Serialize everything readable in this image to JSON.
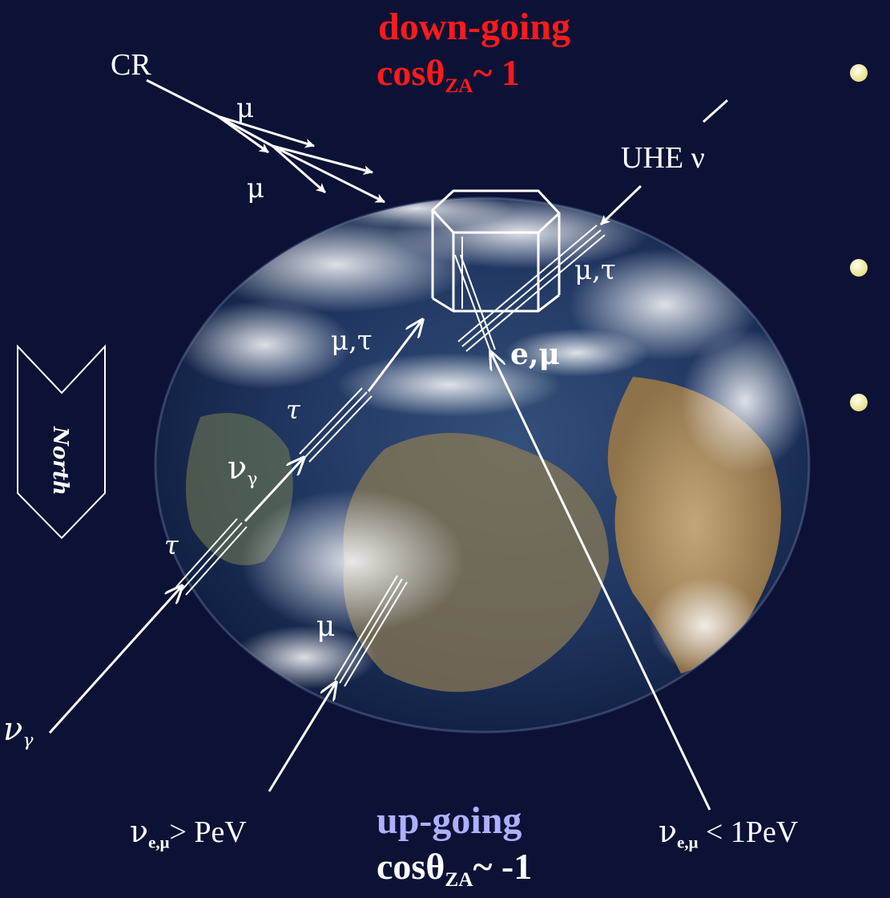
{
  "down_going": {
    "title": "down-going",
    "cos_label": "cosθ",
    "cos_sub": "ZA",
    "cos_value": "~ 1",
    "color": "#ff1a1a"
  },
  "up_going": {
    "title": "up-going",
    "cos_label": "cosθ",
    "cos_sub": "ZA",
    "cos_value": "~ -1",
    "color": "#aeb0ff"
  },
  "labels": {
    "cr": "CR",
    "mu": "μ",
    "mu_tau": "μ,τ",
    "e_mu": "e,μ",
    "tau": "τ",
    "nu": "ν",
    "gamma": "γ",
    "uhe_nu": "UHE ν",
    "nu_e_mu_sub": "e,μ",
    "gt_pev": "> PeV",
    "lt_1pev": " < 1PeV",
    "north": "North"
  },
  "colors": {
    "background": "#0c1236",
    "lines": "#ffffff",
    "bullets": "#e8e088"
  }
}
